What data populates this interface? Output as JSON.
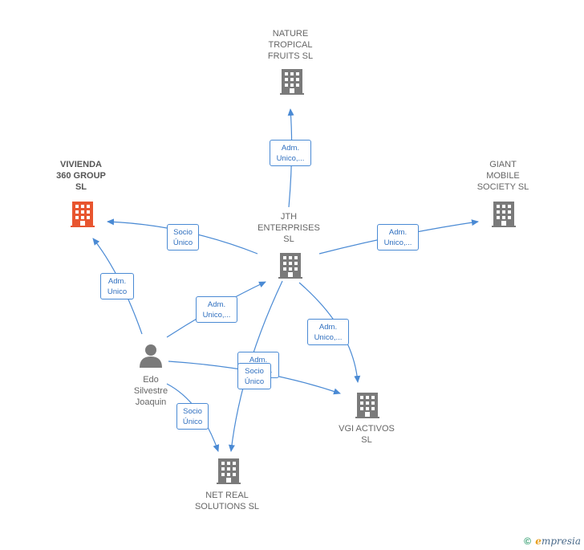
{
  "colors": {
    "building": "#7a7a7a",
    "main_building": "#e8552f",
    "edge": "#4a8ad4",
    "person": "#7a7a7a"
  },
  "nodes": {
    "nature": {
      "label": "NATURE\nTROPICAL\nFRUITS  SL"
    },
    "vivienda": {
      "label": "VIVIENDA\n360 GROUP\nSL"
    },
    "giant": {
      "label": "GIANT\nMOBILE\nSOCIETY  SL"
    },
    "jth": {
      "label": "JTH\nENTERPRISES\nSL"
    },
    "edo": {
      "label": "Edo\nSilvestre\nJoaquin"
    },
    "vgi": {
      "label": "VGI ACTIVOS\nSL"
    },
    "netreal": {
      "label": "NET REAL\nSOLUTIONS SL"
    }
  },
  "edges": {
    "jth_nature": "Adm.\nUnico,...",
    "jth_vivienda": "Socio\nÚnico",
    "jth_giant": "Adm.\nUnico,...",
    "edo_vivienda": "Adm.\nUnico",
    "edo_jth": "Adm.\nUnico,...",
    "jth_vgi": "Adm.\nUnico,...",
    "jth_netreal": "Adm.\nUnico,...",
    "edo_vgi": "Socio\nÚnico",
    "edo_netreal": "Socio\nÚnico"
  },
  "footer": {
    "copyright": "©",
    "brand_initial": "e",
    "brand_rest": "mpresia"
  }
}
